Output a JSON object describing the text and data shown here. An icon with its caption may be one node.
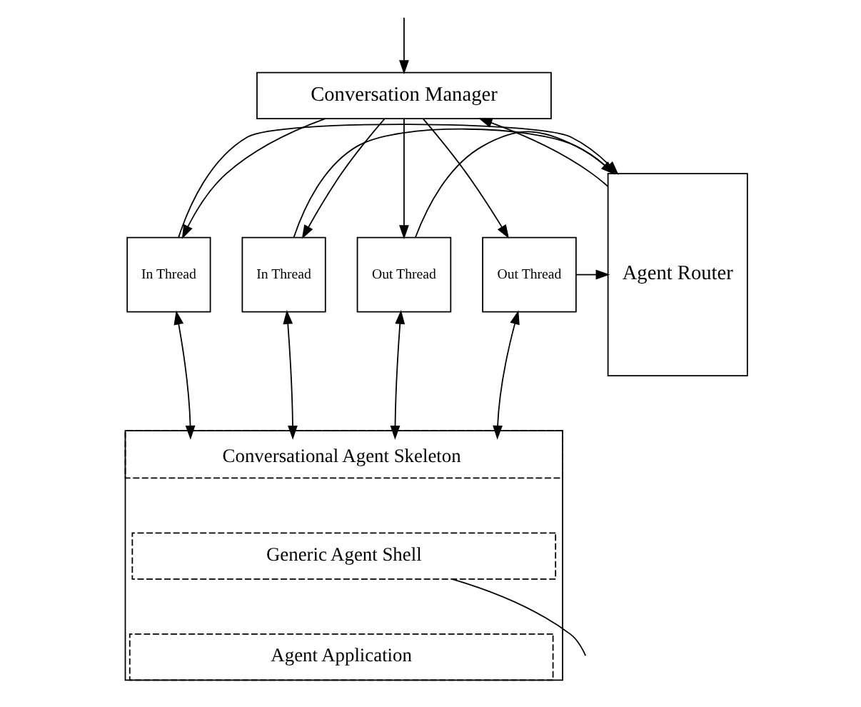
{
  "diagram": {
    "nodes": [
      {
        "text": [
          "Conversation Manager"
        ]
      },
      {
        "text": [
          "Agent Router"
        ]
      },
      {
        "text": [
          "In Thread"
        ]
      },
      {
        "text": [
          "In Thread"
        ]
      },
      {
        "text": [
          "Out Thread"
        ]
      },
      {
        "text": [
          "Out Thread"
        ]
      },
      {
        "text": [],
        "shape": "box"
      },
      {
        "text": [
          "Conversational Agent Skeleton"
        ],
        "in": 6
      },
      {
        "text": [
          "Generic Agent Shell"
        ],
        "in": 6
      },
      {
        "text": [
          "Agent Application"
        ],
        "in": 6
      }
    ],
    "edges": [
      {
        "from": 1,
        "to": 0,
        "arrow": "to"
      },
      {
        "from": null,
        "to": 0,
        "arrow": "to"
      },
      {
        "from": 0,
        "to": 2,
        "arrow": "to"
      },
      {
        "from": 0,
        "to": 3,
        "arrow": "to"
      },
      {
        "from": 0,
        "to": 4,
        "arrow": "to"
      },
      {
        "from": 0,
        "to": 5,
        "arrow": "to"
      },
      {
        "from": 5,
        "to": 1,
        "arrow": "to"
      },
      {
        "from": 4,
        "to": 1,
        "arrow": "to"
      },
      {
        "from": 3,
        "to": 1,
        "arrow": "to"
      },
      {
        "from": 2,
        "to": 1,
        "arrow": "to"
      },
      {
        "from": 2,
        "to": 7,
        "arrow": "both"
      },
      {
        "from": 3,
        "to": 7,
        "arrow": "both"
      },
      {
        "from": 4,
        "to": 7,
        "arrow": "both"
      },
      {
        "from": 5,
        "to": 7,
        "arrow": "both"
      },
      {
        "from": 8,
        "to": null,
        "arrow": "none"
      }
    ]
  }
}
